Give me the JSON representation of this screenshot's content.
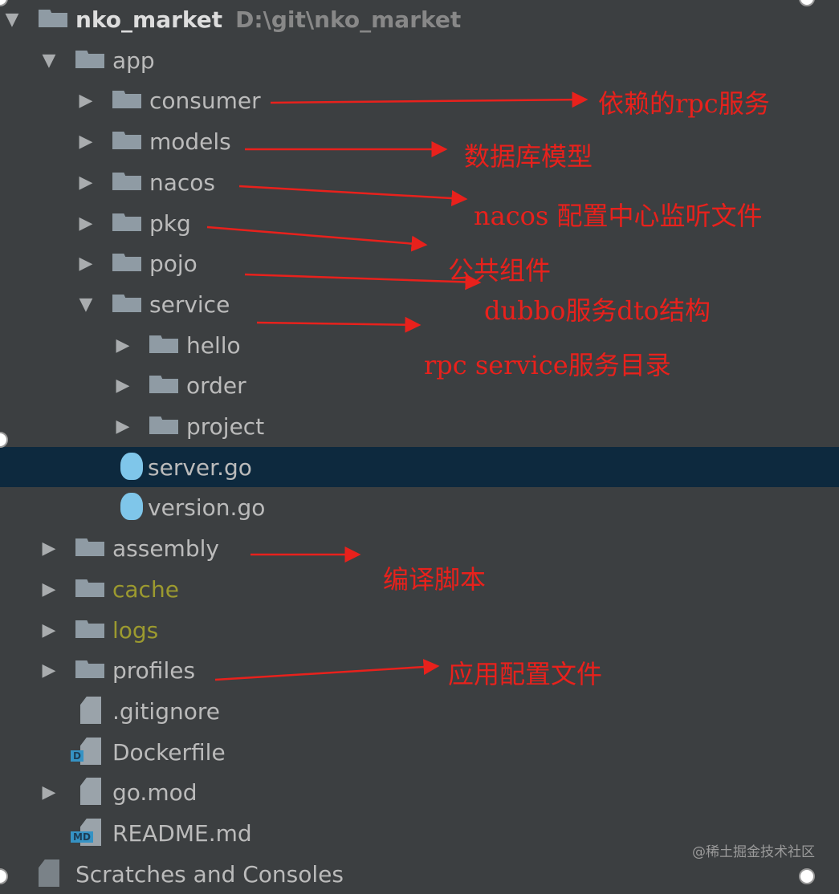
{
  "tree": [
    {
      "label": "nko_market",
      "path": "D:\\git\\nko_market",
      "type": "folder",
      "arrow": "down",
      "level": 0,
      "bold": true
    },
    {
      "label": "app",
      "type": "folder",
      "arrow": "down",
      "level": 1
    },
    {
      "label": "consumer",
      "type": "folder",
      "arrow": "right",
      "level": 2
    },
    {
      "label": "models",
      "type": "folder",
      "arrow": "right",
      "level": 2
    },
    {
      "label": "nacos",
      "type": "folder",
      "arrow": "right",
      "level": 2
    },
    {
      "label": "pkg",
      "type": "folder",
      "arrow": "right",
      "level": 2
    },
    {
      "label": "pojo",
      "type": "folder",
      "arrow": "right",
      "level": 2
    },
    {
      "label": "service",
      "type": "folder",
      "arrow": "down",
      "level": 2
    },
    {
      "label": "hello",
      "type": "folder",
      "arrow": "right",
      "level": 3
    },
    {
      "label": "order",
      "type": "folder",
      "arrow": "right",
      "level": 3
    },
    {
      "label": "project",
      "type": "folder",
      "arrow": "right",
      "level": 3
    },
    {
      "label": "server.go",
      "type": "go",
      "level": 2,
      "selected": true
    },
    {
      "label": "version.go",
      "type": "go",
      "level": 2
    },
    {
      "label": "assembly",
      "type": "folder",
      "arrow": "right",
      "level": 1
    },
    {
      "label": "cache",
      "type": "folder",
      "arrow": "right",
      "level": 1,
      "excluded": true
    },
    {
      "label": "logs",
      "type": "folder",
      "arrow": "right",
      "level": 1,
      "excluded": true
    },
    {
      "label": "profiles",
      "type": "folder",
      "arrow": "right",
      "level": 1
    },
    {
      "label": ".gitignore",
      "type": "gitignore",
      "level": 1
    },
    {
      "label": "Dockerfile",
      "type": "docker",
      "tag": "D",
      "level": 1
    },
    {
      "label": "go.mod",
      "type": "text",
      "arrow": "right",
      "level": 1
    },
    {
      "label": "README.md",
      "type": "md",
      "tag": "MD",
      "level": 1
    },
    {
      "label": "Scratches and Consoles",
      "type": "scratch",
      "level": 0
    }
  ],
  "annotations": [
    {
      "text": "依赖的rpc服务"
    },
    {
      "text": "数据库模型"
    },
    {
      "text": "nacos 配置中心监听文件"
    },
    {
      "text": "公共组件"
    },
    {
      "text": "dubbo服务dto结构"
    },
    {
      "text": "rpc service服务目录"
    },
    {
      "text": "编译脚本"
    },
    {
      "text": "应用配置文件"
    }
  ],
  "watermark": "@稀土掘金技术社区",
  "colors": {
    "background": "#3c3f41",
    "selection": "#0d293e",
    "annotation": "#e8211c",
    "excluded": "#9c9a2f"
  }
}
